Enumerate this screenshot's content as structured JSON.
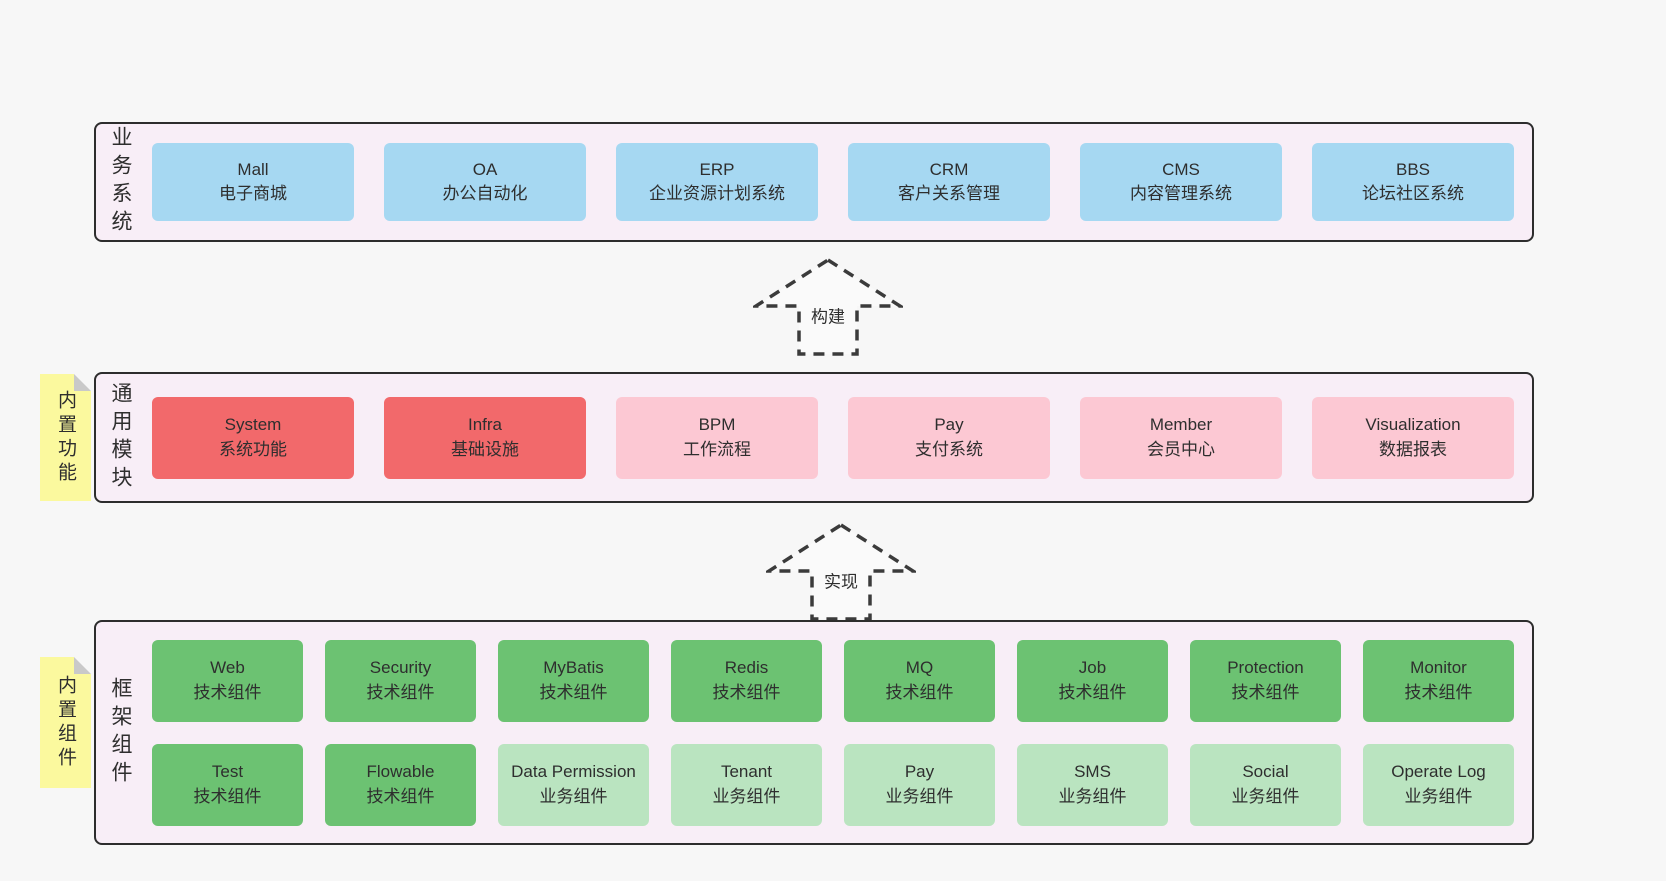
{
  "colors": {
    "page_bg": "#f7f7f7",
    "layer_bg": "#f8eef7",
    "layer_border": "#2d2d2d",
    "box_blue": "#a6d8f2",
    "box_red": "#f2696b",
    "box_pink": "#fcc8d3",
    "box_green": "#6cc272",
    "box_light_green": "#bae4c0",
    "note_yellow": "#fbf99e",
    "text": "#2e2e2e"
  },
  "arrows": {
    "build": {
      "label": "构建"
    },
    "implement": {
      "label": "实现"
    }
  },
  "layers": {
    "business": {
      "label": "业务系统",
      "boxes": [
        {
          "name": "Mall",
          "desc": "电子商城"
        },
        {
          "name": "OA",
          "desc": "办公自动化"
        },
        {
          "name": "ERP",
          "desc": "企业资源计划系统"
        },
        {
          "name": "CRM",
          "desc": "客户关系管理"
        },
        {
          "name": "CMS",
          "desc": "内容管理系统"
        },
        {
          "name": "BBS",
          "desc": "论坛社区系统"
        }
      ]
    },
    "modules": {
      "label": "通用模块",
      "note": "内置功能",
      "boxes": [
        {
          "name": "System",
          "desc": "系统功能"
        },
        {
          "name": "Infra",
          "desc": "基础设施"
        },
        {
          "name": "BPM",
          "desc": "工作流程"
        },
        {
          "name": "Pay",
          "desc": "支付系统"
        },
        {
          "name": "Member",
          "desc": "会员中心"
        },
        {
          "name": "Visualization",
          "desc": "数据报表"
        }
      ]
    },
    "components": {
      "label": "框架组件",
      "note": "内置组件",
      "row1": [
        {
          "name": "Web",
          "desc": "技术组件"
        },
        {
          "name": "Security",
          "desc": "技术组件"
        },
        {
          "name": "MyBatis",
          "desc": "技术组件"
        },
        {
          "name": "Redis",
          "desc": "技术组件"
        },
        {
          "name": "MQ",
          "desc": "技术组件"
        },
        {
          "name": "Job",
          "desc": "技术组件"
        },
        {
          "name": "Protection",
          "desc": "技术组件"
        },
        {
          "name": "Monitor",
          "desc": "技术组件"
        }
      ],
      "row2": [
        {
          "name": "Test",
          "desc": "技术组件"
        },
        {
          "name": "Flowable",
          "desc": "技术组件"
        },
        {
          "name": "Data Permission",
          "desc": "业务组件"
        },
        {
          "name": "Tenant",
          "desc": "业务组件"
        },
        {
          "name": "Pay",
          "desc": "业务组件"
        },
        {
          "name": "SMS",
          "desc": "业务组件"
        },
        {
          "name": "Social",
          "desc": "业务组件"
        },
        {
          "name": "Operate Log",
          "desc": "业务组件"
        }
      ]
    }
  }
}
